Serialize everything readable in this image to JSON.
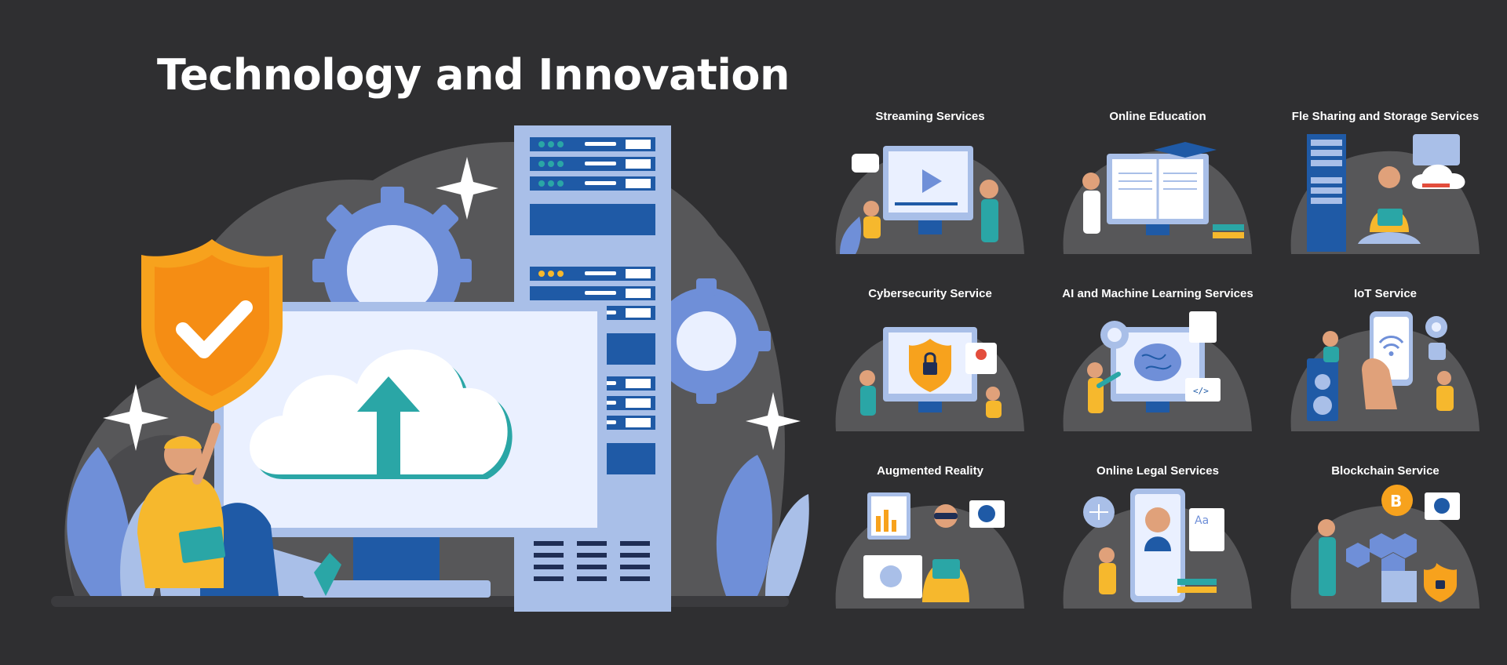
{
  "page": {
    "title": "Technology and Innovation"
  },
  "services": [
    {
      "label": "Streaming Services",
      "icon": "play-icon"
    },
    {
      "label": "Online Education",
      "icon": "book-icon"
    },
    {
      "label": "Fle Sharing and Storage Services",
      "icon": "cloud-icon"
    },
    {
      "label": "Cybersecurity Service",
      "icon": "lock-icon"
    },
    {
      "label": "AI and Machine Learning Services",
      "icon": "brain-icon"
    },
    {
      "label": "IoT Service",
      "icon": "wifi-icon"
    },
    {
      "label": "Augmented Reality",
      "icon": "vr-glasses-icon"
    },
    {
      "label": "Online Legal Services",
      "icon": "scales-icon"
    },
    {
      "label": "Blockchain Service",
      "icon": "bitcoin-icon"
    }
  ],
  "colors": {
    "background": "#2f2f31",
    "blob": "#575759",
    "shield": "#f7a21d",
    "blue_dark": "#1f5aa6",
    "blue_light": "#a9bfe8",
    "teal": "#2aa6a6",
    "yellow": "#f6b82d"
  }
}
